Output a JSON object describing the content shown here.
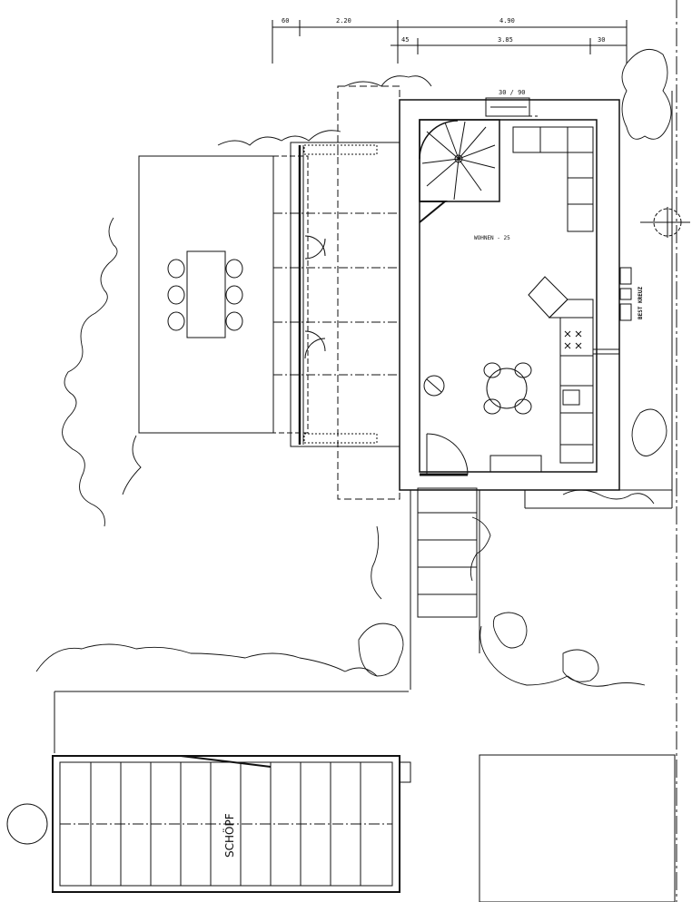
{
  "dimensions": {
    "top_row": [
      "60",
      "2.20",
      "4.90"
    ],
    "second_row": [
      "45",
      "3.85",
      "30"
    ]
  },
  "labels": {
    "window": "30 / 90",
    "room": "WOHNEN - 25",
    "cross": "BEST KREUZ",
    "shed": "SCHÖPF"
  },
  "colors": {
    "ink": "#111111",
    "paper": "#ffffff"
  }
}
